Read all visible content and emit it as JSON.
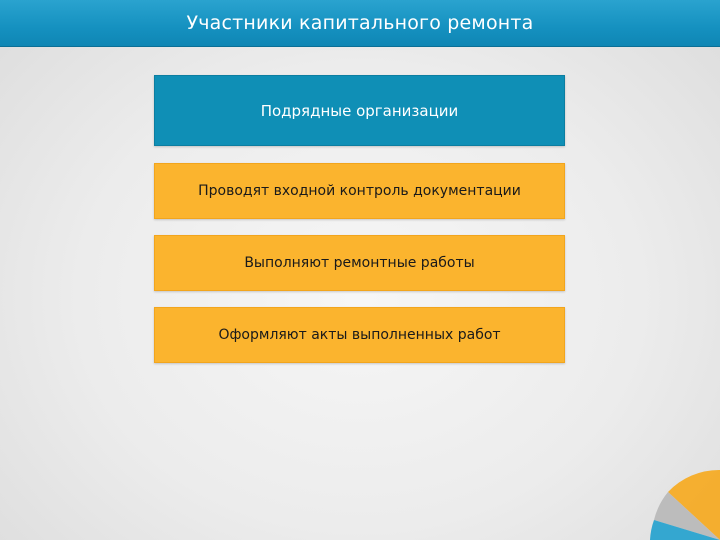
{
  "slide": {
    "title": "Участники капитального ремонта"
  },
  "diagram": {
    "header_box": "Подрядные организации",
    "items": [
      "Проводят входной контроль документации",
      "Выполняют ремонтные работы",
      "Оформляют акты выполненных работ"
    ]
  },
  "colors": {
    "title_bar": "#1591c0",
    "header_box": "#0f8fb6",
    "item_box": "#fbb42e",
    "background": "#ececec"
  },
  "decoration": {
    "icon": "corner-pie-decoration-icon"
  }
}
